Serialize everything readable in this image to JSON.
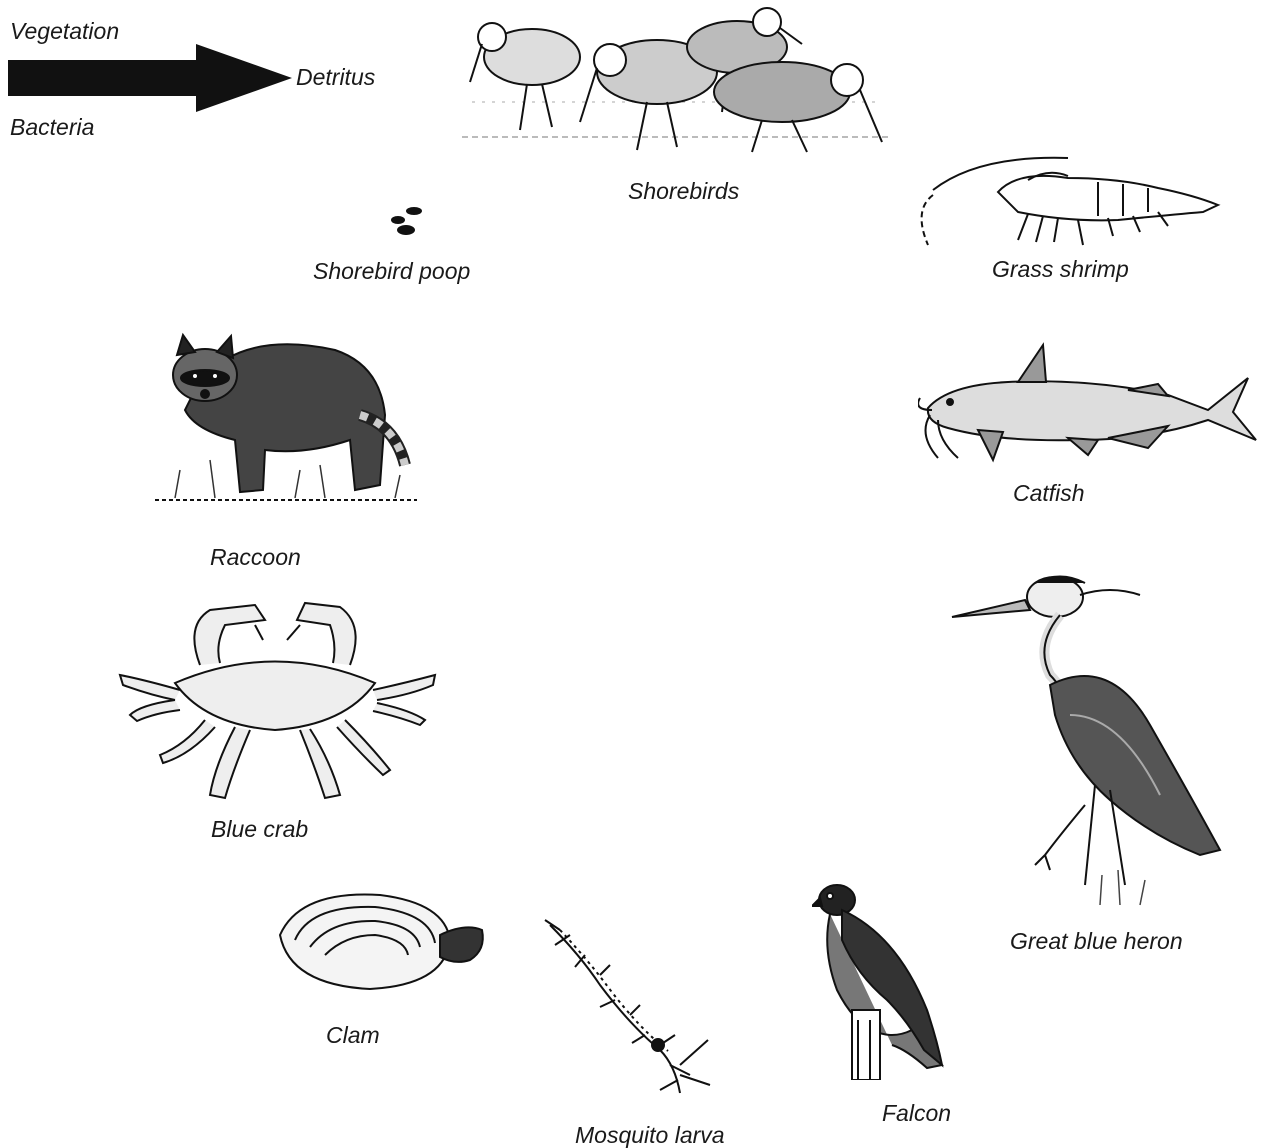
{
  "legend": {
    "top_label": "Vegetation",
    "bottom_label": "Bacteria",
    "arrow_target": "Detritus"
  },
  "organisms": [
    {
      "name": "Shorebirds",
      "icon": "shorebirds-illustration"
    },
    {
      "name": "Shorebird poop",
      "icon": "poop-illustration"
    },
    {
      "name": "Grass shrimp",
      "icon": "shrimp-illustration"
    },
    {
      "name": "Raccoon",
      "icon": "raccoon-illustration"
    },
    {
      "name": "Catfish",
      "icon": "catfish-illustration"
    },
    {
      "name": "Blue crab",
      "icon": "crab-illustration"
    },
    {
      "name": "Great blue heron",
      "icon": "heron-illustration"
    },
    {
      "name": "Clam",
      "icon": "clam-illustration"
    },
    {
      "name": "Mosquito larva",
      "icon": "larva-illustration"
    },
    {
      "name": "Falcon",
      "icon": "falcon-illustration"
    }
  ],
  "colors": {
    "ink": "#1a1a1a",
    "paper": "#ffffff"
  }
}
